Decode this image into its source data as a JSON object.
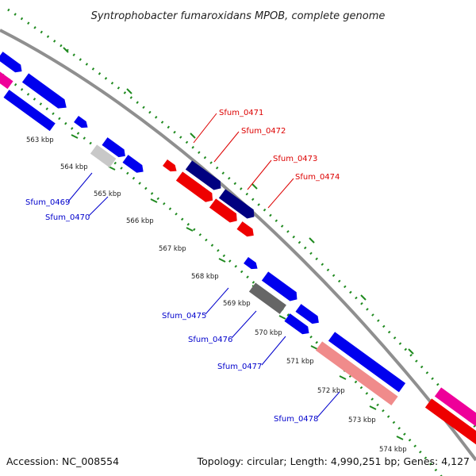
{
  "title": "Syntrophobacter fumaroxidans MPOB, complete genome",
  "accession": "Accession: NC_008554",
  "topology": "Topology: circular; Length: 4,990,251 bp; Genes: 4,127",
  "colors": {
    "backbone": "#8f8f8f",
    "tick": "#1f8a1f",
    "blue": "#0000ee",
    "navy": "#000080",
    "red": "#ee0000",
    "magenta": "#ee0099",
    "gray": "#666666",
    "lightgray": "#c8c8c8",
    "salmon": "#f08b8b",
    "label_blue": "#0000cc",
    "label_red": "#dd0000"
  },
  "ticks": [
    "563 kbp",
    "564 kbp",
    "565 kbp",
    "566 kbp",
    "567 kbp",
    "568 kbp",
    "569 kbp",
    "570 kbp",
    "571 kbp",
    "572 kbp",
    "573 kbp",
    "574 kbp"
  ],
  "labels": {
    "sfum_0469": "Sfum_0469",
    "sfum_0470": "Sfum_0470",
    "sfum_0471": "Sfum_0471",
    "sfum_0472": "Sfum_0472",
    "sfum_0473": "Sfum_0473",
    "sfum_0474": "Sfum_0474",
    "sfum_0475": "Sfum_0475",
    "sfum_0476": "Sfum_0476",
    "sfum_0477": "Sfum_0477",
    "sfum_0478": "Sfum_0478"
  }
}
